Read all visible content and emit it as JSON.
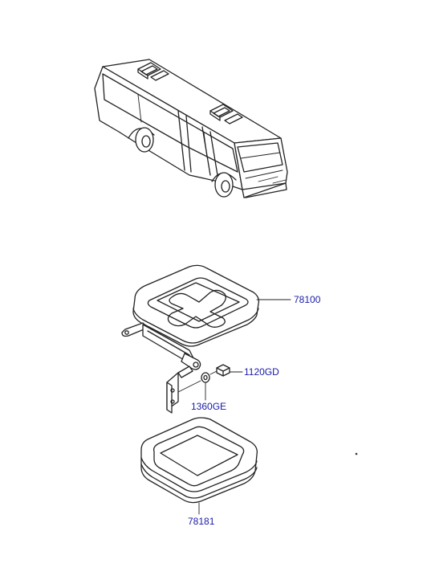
{
  "callouts": {
    "sunroof_assembly": "78100",
    "bolt": "1120GD",
    "washer": "1360GE",
    "seal": "78181"
  }
}
